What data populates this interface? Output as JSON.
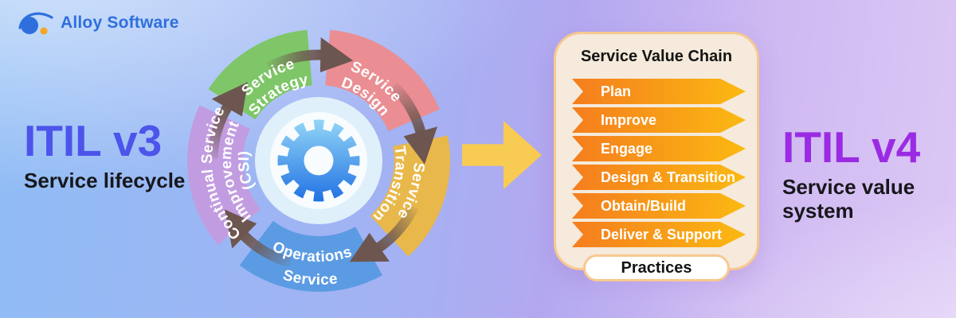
{
  "logo": {
    "name": "Alloy Software",
    "color": "#2E6FDD",
    "dot_color": "#F5A623"
  },
  "left_panel": {
    "title": "ITIL v3",
    "title_color": "#4C54EA",
    "subtitle": "Service lifecycle"
  },
  "right_panel": {
    "title": "ITIL v4",
    "title_color": "#9B2BE3",
    "subtitle": "Service value system"
  },
  "wheel": {
    "center_icon": "gear-icon",
    "arrow_color": "#6D564F",
    "segments": [
      {
        "id": "strategy",
        "lines": [
          "Service",
          "Strategy"
        ],
        "color": "#7EC667"
      },
      {
        "id": "design",
        "lines": [
          "Service",
          "Design"
        ],
        "color": "#EA8E93"
      },
      {
        "id": "transition",
        "lines": [
          "Service",
          "Transition"
        ],
        "color": "#E8B84B"
      },
      {
        "id": "operations",
        "lines": [
          "Operations",
          "Service"
        ],
        "color": "#5B9BE3"
      },
      {
        "id": "csi",
        "lines": [
          "Continual Service",
          "Improvement",
          "(CSI)"
        ],
        "color": "#C29CE0"
      }
    ]
  },
  "flow_arrow": {
    "color": "#F8CB52"
  },
  "value_chain": {
    "title": "Service Value Chain",
    "items": [
      "Plan",
      "Improve",
      "Engage",
      "Design & Transition",
      "Obtain/Build",
      "Deliver & Support"
    ],
    "footer": "Practices",
    "bar_gradient_start": "#F57D1E",
    "bar_gradient_end": "#FBB912",
    "card_bg": "#F5EADB",
    "card_border": "#F8C88F"
  }
}
